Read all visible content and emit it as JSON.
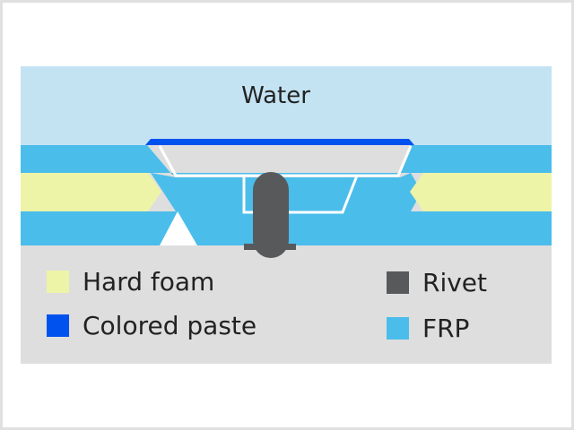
{
  "diagram": {
    "water_label": "Water",
    "colors": {
      "water": "#c3e3f3",
      "frp": "#4bbdeb",
      "hard_foam": "#eef4a7",
      "colored_paste": "#0052ef",
      "rivet": "#58595b",
      "background": "#dedede",
      "gap": "#ffffff"
    }
  },
  "legend": {
    "hard_foam": {
      "label": "Hard foam",
      "icon": "swatch-square"
    },
    "colored_paste": {
      "label": "Colored paste",
      "icon": "swatch-square"
    },
    "rivet": {
      "label": "Rivet",
      "icon": "swatch-square"
    },
    "frp": {
      "label": "FRP",
      "icon": "swatch-square"
    }
  }
}
